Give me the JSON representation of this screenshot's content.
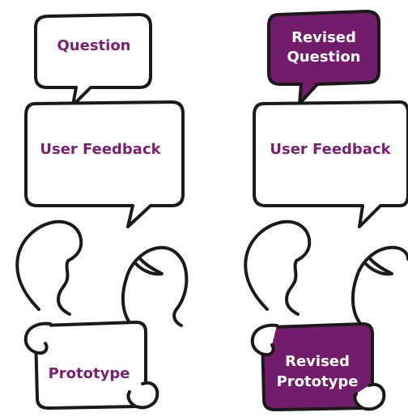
{
  "colors": {
    "ink": "#1a1a1a",
    "accent": "#7a1f72",
    "accent_fill": "#741c6c",
    "paper": "#ffffff"
  },
  "left_panel": {
    "question_label": "Question",
    "feedback_label": "User Feedback",
    "prototype_label": "Prototype"
  },
  "right_panel": {
    "question_label_line1": "Revised",
    "question_label_line2": "Question",
    "feedback_label": "User Feedback",
    "prototype_label_line1": "Revised",
    "prototype_label_line2": "Prototype"
  }
}
